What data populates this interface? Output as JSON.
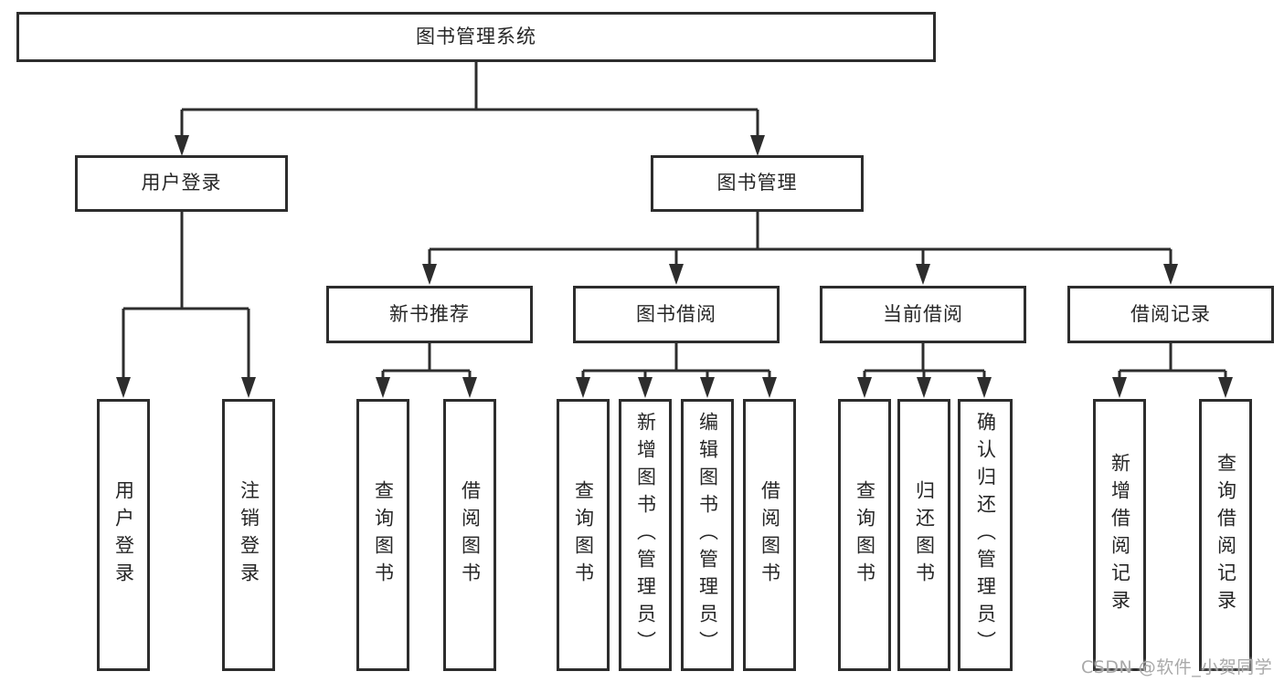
{
  "colors": {
    "line": "#2d2d2d",
    "box_border": "#2d2d2d",
    "box_fill": "#ffffff",
    "text": "#262626",
    "watermark": "#a9a9a9",
    "background": "#ffffff"
  },
  "tree": {
    "root": "图书管理系统",
    "branches": [
      {
        "label": "用户登录",
        "children": [
          "用户登录",
          "注销登录"
        ]
      },
      {
        "label": "图书管理",
        "groups": [
          {
            "label": "新书推荐",
            "children": [
              "查询图书",
              "借阅图书"
            ]
          },
          {
            "label": "图书借阅",
            "children": [
              "查询图书",
              "新增图书（管理员）",
              "编辑图书（管理员）",
              "借阅图书"
            ]
          },
          {
            "label": "当前借阅",
            "children": [
              "查询图书",
              "归还图书",
              "确认归还（管理员）"
            ]
          },
          {
            "label": "借阅记录",
            "children": [
              "新增借阅记录",
              "查询借阅记录"
            ]
          }
        ]
      }
    ]
  },
  "watermark": {
    "text": "CSDN @软件_小贺同学"
  }
}
